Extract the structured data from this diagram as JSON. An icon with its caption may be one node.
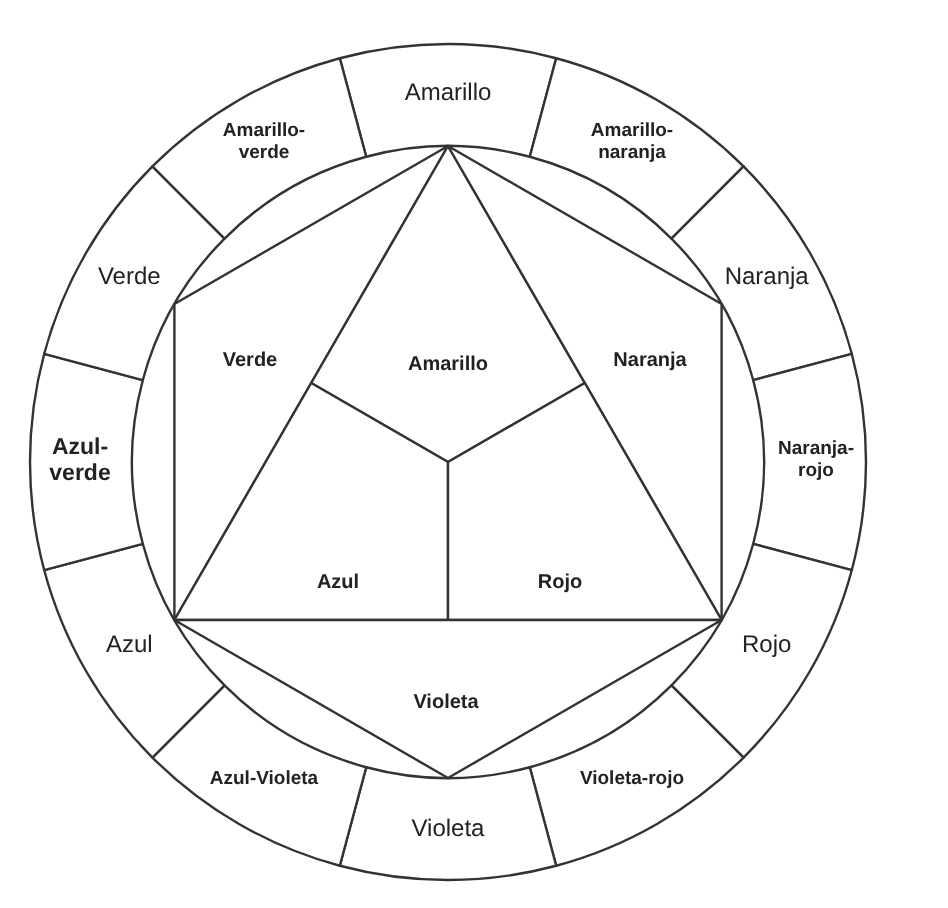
{
  "diagram": {
    "nodes": [
      {
        "text": [
          "Amarillo"
        ]
      },
      {
        "text": [
          "Amarillo-naranja"
        ]
      },
      {
        "text": [
          "Naranja"
        ]
      },
      {
        "text": [
          "Naranja-rojo"
        ]
      },
      {
        "text": [
          "Rojo"
        ]
      },
      {
        "text": [
          "Violeta-rojo"
        ]
      },
      {
        "text": [
          "Violeta"
        ]
      },
      {
        "text": [
          "Azul-Violeta"
        ]
      },
      {
        "text": [
          "Azul"
        ]
      },
      {
        "text": [
          "Azul-verde"
        ]
      },
      {
        "text": [
          "Verde"
        ]
      },
      {
        "text": [
          "Amarillo-verde"
        ]
      },
      {
        "text": [
          "Verde"
        ]
      },
      {
        "text": [
          "Amarillo"
        ]
      },
      {
        "text": [
          "Naranja"
        ]
      },
      {
        "text": [
          "Azul"
        ]
      },
      {
        "text": [
          "Rojo"
        ]
      },
      {
        "text": [
          "Violeta"
        ]
      }
    ]
  }
}
